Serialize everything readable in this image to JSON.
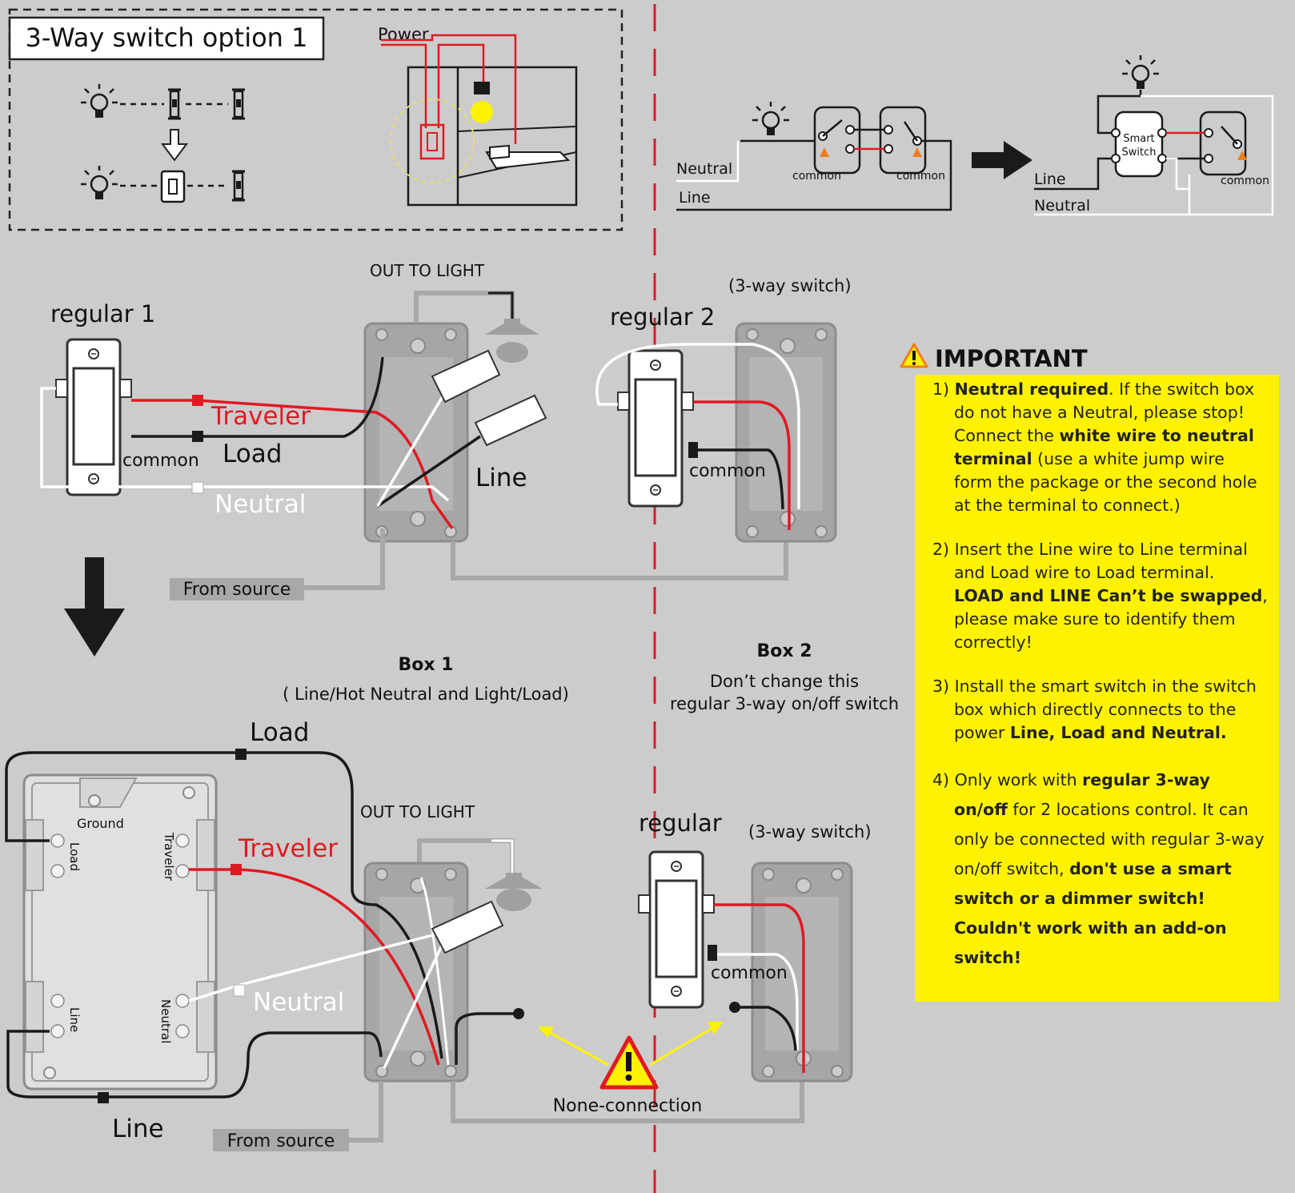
{
  "top_left": {
    "title": "3-Way switch option 1",
    "power_label": "Power"
  },
  "top_right": {
    "before": {
      "neutral": "Neutral",
      "line": "Line",
      "common_1": "common",
      "common_2": "common"
    },
    "after": {
      "smart_switch_line1": "Smart",
      "smart_switch_line2": "Switch",
      "line": "Line",
      "neutral": "Neutral",
      "common": "common"
    }
  },
  "middle": {
    "out_to_light": "OUT TO LIGHT",
    "regular_1": "regular 1",
    "traveler": "Traveler",
    "load": "Load",
    "common": "common",
    "neutral": "Neutral",
    "line": "Line",
    "from_source": "From source",
    "three_way": "(3-way switch)",
    "regular_2": "regular 2",
    "common_2": "common"
  },
  "box1": {
    "title": "Box 1",
    "subtitle": "( Line/Hot Neutral  and Light/Load)"
  },
  "box2": {
    "title": "Box 2",
    "line1": "Don’t change this",
    "line2": "regular 3-way on/off switch"
  },
  "bottom": {
    "load": "Load",
    "ground": "Ground",
    "load_terminal": "Load",
    "traveler_terminal": "Traveler",
    "line_terminal": "Line",
    "neutral_terminal": "Neutral",
    "traveler": "Traveler",
    "out_to_light": "OUT TO LIGHT",
    "neutral": "Neutral",
    "line": "Line",
    "from_source": "From source",
    "regular": "regular",
    "three_way": "(3-way switch)",
    "common": "common",
    "none_connection": "None-connection"
  },
  "important": {
    "heading": "IMPORTANT",
    "items": [
      {
        "num": "1) ",
        "b1": "Neutral required",
        "t1": ". If the switch box do not have a Neutral, please stop! Connect the ",
        "b2": "white wire to neutral terminal",
        "t2": " (use a white jump wire form the package or the second hole at the terminal to connect.)"
      },
      {
        "num": "2) ",
        "t1": "Insert the Line wire to Line terminal and Load wire to Load terminal. ",
        "b1": "LOAD and LINE Can’t be swapped",
        "t2": ", please make sure to identify them correctly!"
      },
      {
        "num": "3) ",
        "t1": "Install the smart switch in the switch box which directly connects to the power ",
        "b1": "Line, Load and Neutral."
      },
      {
        "num": "4) ",
        "t1": "Only work with ",
        "b1": "regular 3-way on/off",
        "t2": " for 2 locations control. It can only be connected with regular 3-way on/off switch, ",
        "b2": "don't use a smart switch or a dimmer switch! Couldn't work with an add-on switch!"
      }
    ]
  },
  "colors": {
    "background": "#cccccc",
    "red_wire": "#e01a22",
    "black_wire": "#1a1a1a",
    "white_wire": "#ffffff",
    "highlight": "#fff200",
    "divider": "#d21f26"
  }
}
